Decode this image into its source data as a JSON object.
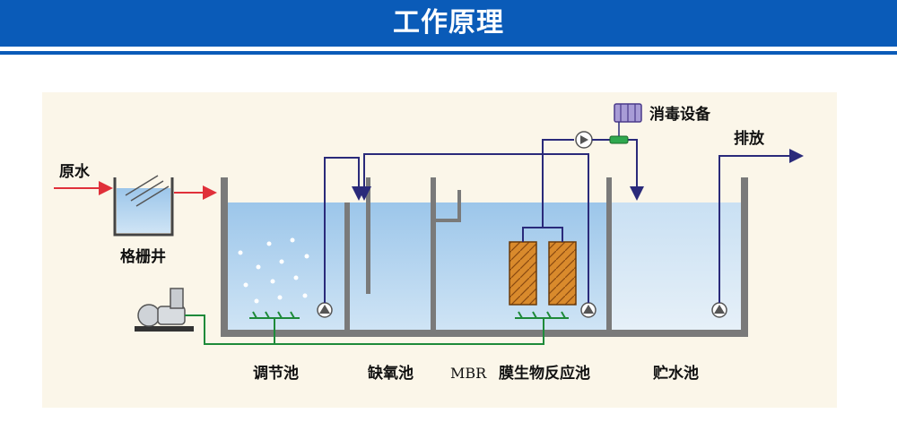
{
  "header": {
    "title": "工作原理"
  },
  "labels": {
    "raw_water": "原水",
    "screen_well": "格栅井",
    "disinfection": "消毒设备",
    "discharge": "排放",
    "equalization": "调节池",
    "anoxic": "缺氧池",
    "mbr_prefix": "MBR",
    "mbr_tank": "膜生物反应池",
    "storage": "贮水池"
  },
  "colors": {
    "banner": "#0a5bb8",
    "water": "#b9d8f1",
    "pipe": "#2a2a7a",
    "air_pipe": "#1e8a3a",
    "flow_arrow": "#e0303a",
    "membrane": "#d98a2c"
  }
}
